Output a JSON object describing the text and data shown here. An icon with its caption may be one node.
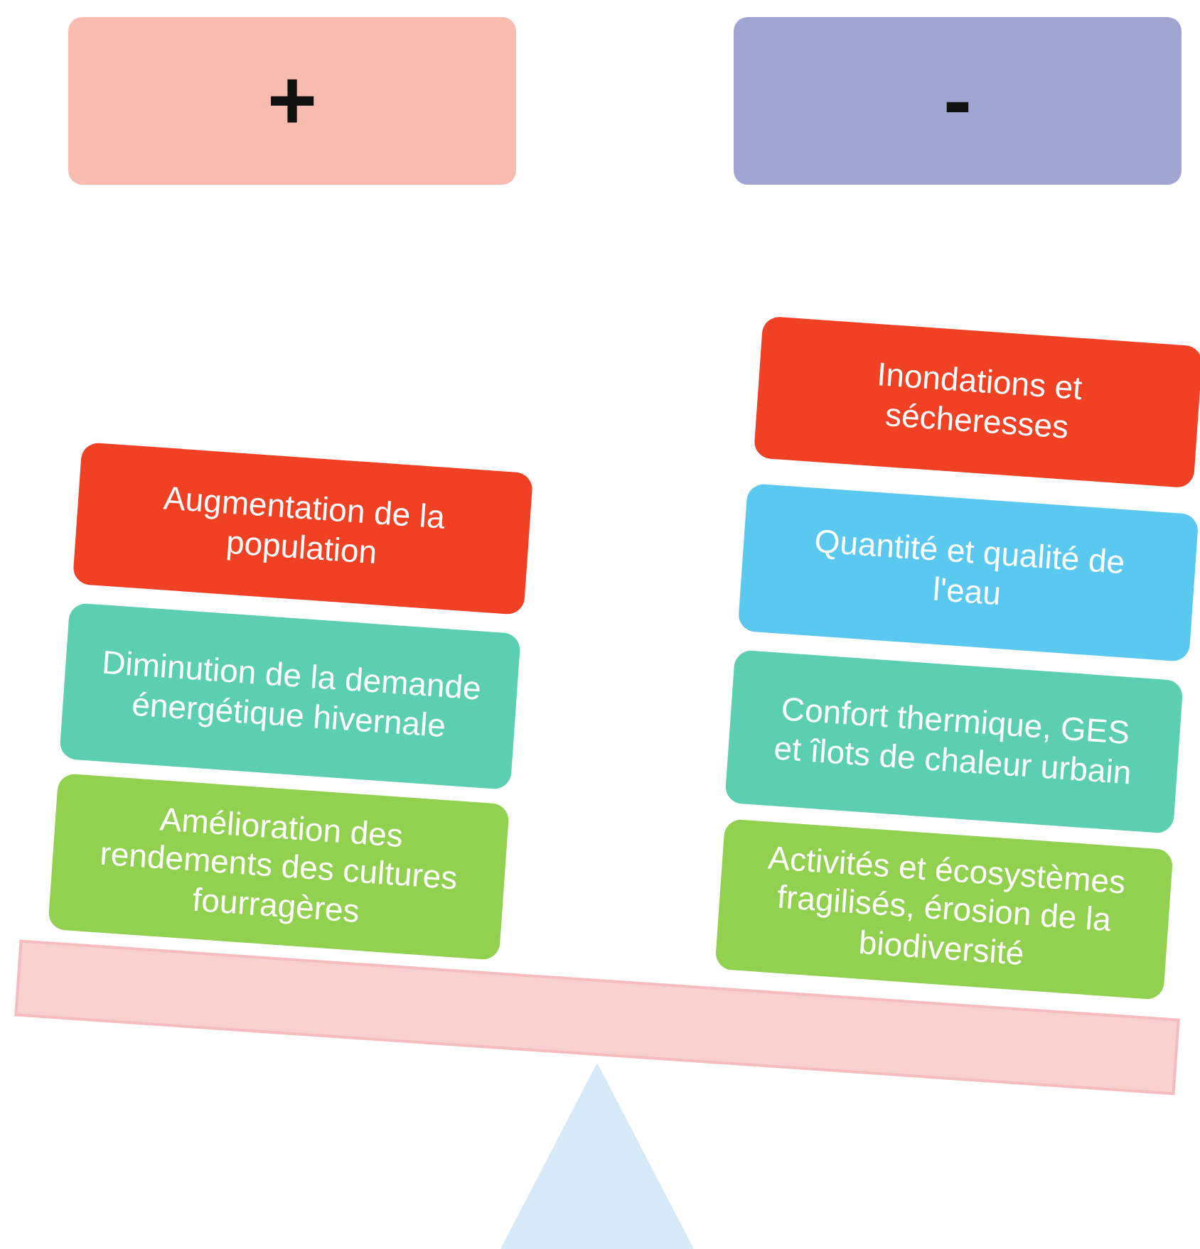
{
  "diagram": {
    "nodes": [
      {
        "text": [
          "+"
        ]
      },
      {
        "text": [
          "-"
        ]
      },
      {
        "text": [
          "Augmentation de la population"
        ]
      },
      {
        "text": [
          "Diminution de la demande énergétique hivernale"
        ]
      },
      {
        "text": [
          "Amélioration des rendements des cultures fourragères"
        ]
      },
      {
        "text": [
          "Inondations et sécheresses"
        ]
      },
      {
        "text": [
          "Quantité et qualité de l'eau"
        ]
      },
      {
        "text": [
          "Confort thermique, GES et îlots de chaleur urbain"
        ]
      },
      {
        "text": [
          "Activités et écosystèmes fragilisés, érosion de la biodiversité"
        ]
      }
    ]
  }
}
